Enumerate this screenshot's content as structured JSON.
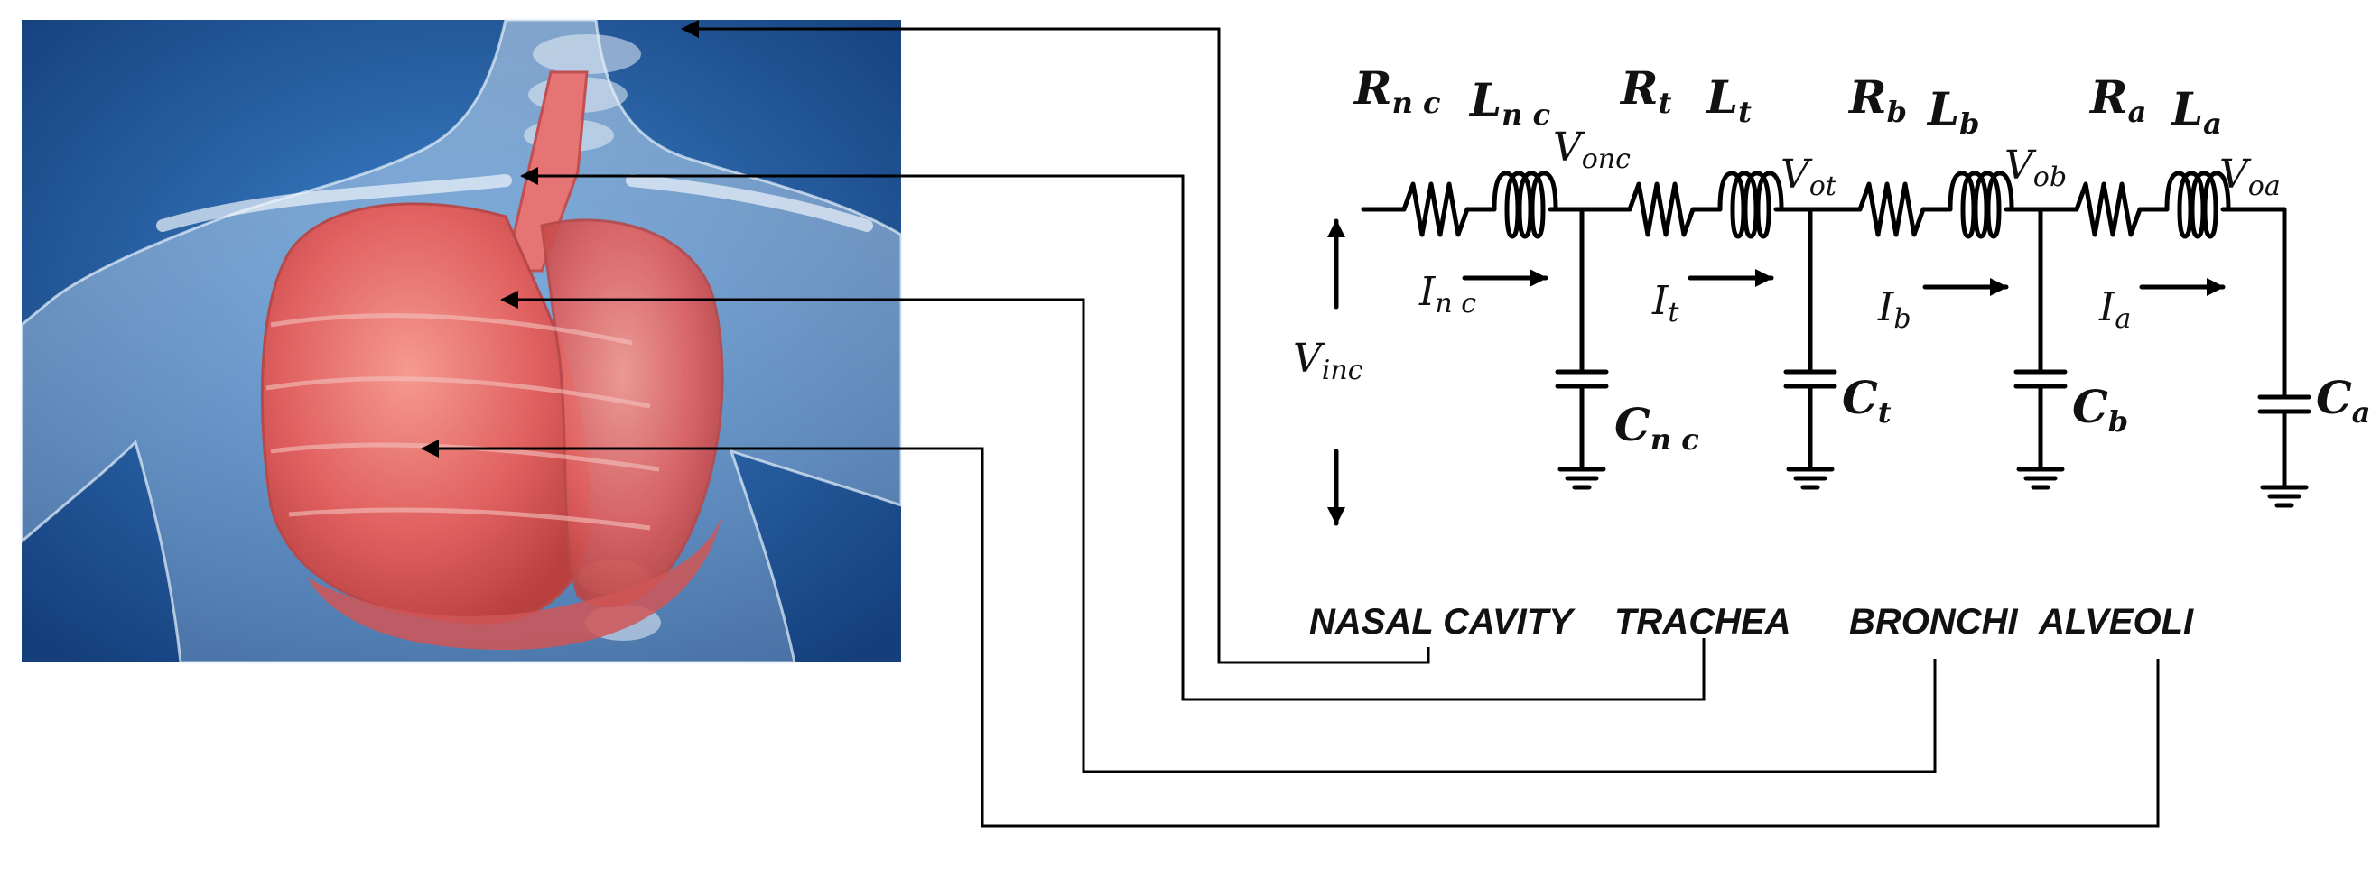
{
  "illustration": {
    "subject": "torso-lungs",
    "background_color": "#1f5fa8",
    "lung_color": "#e86a6a"
  },
  "components": {
    "R_nc": {
      "base": "R",
      "sub": "n c"
    },
    "L_nc": {
      "base": "L",
      "sub": "n c"
    },
    "R_t": {
      "base": "R",
      "sub": "t"
    },
    "L_t": {
      "base": "L",
      "sub": "t"
    },
    "R_b": {
      "base": "R",
      "sub": "b"
    },
    "L_b": {
      "base": "L",
      "sub": "b"
    },
    "R_a": {
      "base": "R",
      "sub": "a"
    },
    "L_a": {
      "base": "L",
      "sub": "a"
    },
    "C_nc": {
      "base": "C",
      "sub": "n c"
    },
    "C_t": {
      "base": "C",
      "sub": "t"
    },
    "C_b": {
      "base": "C",
      "sub": "b"
    },
    "C_a": {
      "base": "C",
      "sub": "a"
    }
  },
  "nodes": {
    "V_onc": {
      "base": "V",
      "sub": "onc"
    },
    "V_ot": {
      "base": "V",
      "sub": "ot"
    },
    "V_ob": {
      "base": "V",
      "sub": "ob"
    },
    "V_oa": {
      "base": "V",
      "sub": "oa"
    },
    "V_inc": {
      "base": "V",
      "sub": "inc"
    }
  },
  "currents": {
    "I_nc": {
      "base": "I",
      "sub": "n c"
    },
    "I_t": {
      "base": "I",
      "sub": "t"
    },
    "I_b": {
      "base": "I",
      "sub": "b"
    },
    "I_a": {
      "base": "I",
      "sub": "a"
    }
  },
  "regions": {
    "nasal_cavity": "NASAL CAVITY",
    "trachea": "TRACHEA",
    "bronchi": "BRONCHI",
    "alveoli": "ALVEOLI"
  }
}
